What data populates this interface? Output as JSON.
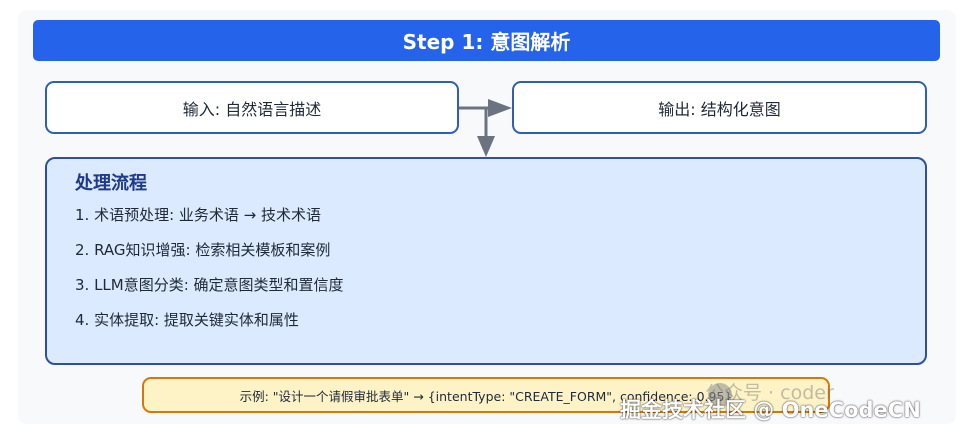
{
  "title": "Step 1: 意图解析",
  "input_label": "输入: 自然语言描述",
  "output_label": "输出: 结构化意图",
  "process": {
    "heading": "处理流程",
    "steps": [
      "1. 术语预处理: 业务术语 → 技术术语",
      "2. RAG知识增强: 检索相关模板和案例",
      "3. LLM意图分类: 确定意图类型和置信度",
      "4. 实体提取: 提取关键实体和属性"
    ]
  },
  "example": "示例: \"设计一个请假审批表单\" → {intentType: \"CREATE_FORM\", confidence: 0.95}",
  "watermark": {
    "faint": "公众号 · coder",
    "main": "掘金技术社区 @ OneCodeCN"
  },
  "colors": {
    "title_bg": "#2563eb",
    "box_border": "#2f5fb3",
    "process_bg": "#dbeafe",
    "example_bg": "#fef3c7",
    "example_border": "#d97706",
    "arrow": "#6b7280"
  }
}
